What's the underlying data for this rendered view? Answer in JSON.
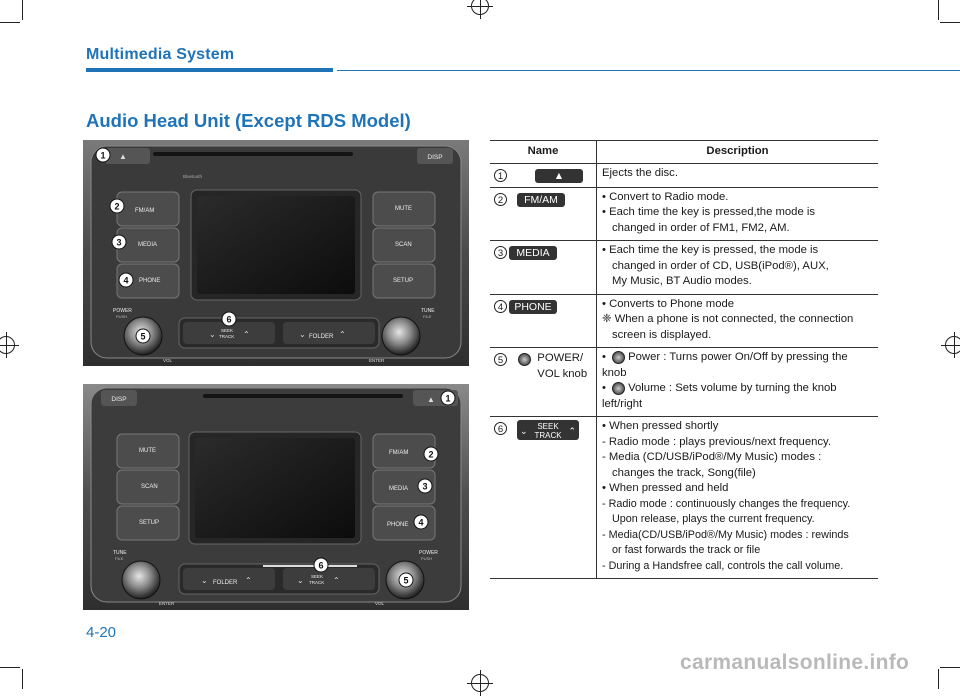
{
  "header": {
    "section": "Multimedia System"
  },
  "heading": "Audio Head Unit (Except RDS Model)",
  "photo1": {
    "labels": {
      "disp": "DISP",
      "fmam": "FM/AM",
      "media": "MEDIA",
      "phone": "PHONE",
      "mute": "MUTE",
      "scan": "SCAN",
      "setup": "SETUP",
      "power": "POWER",
      "push": "PUSH",
      "tune": "TUNE",
      "file": "FILE",
      "seek": "SEEK",
      "track": "TRACK",
      "folder": "FOLDER",
      "vol": "VOL",
      "enter": "ENTER",
      "bluetooth": "Bluetooth"
    },
    "badges": [
      "1",
      "2",
      "3",
      "4",
      "5",
      "6"
    ]
  },
  "photo2": {
    "labels": {
      "disp": "DISP",
      "fmam": "FM/AM",
      "media": "MEDIA",
      "phone": "PHONE",
      "mute": "MUTE",
      "scan": "SCAN",
      "setup": "SETUP",
      "power": "POWER",
      "push": "PUSH",
      "tune": "TUNE",
      "file": "FILE",
      "seek": "SEEK",
      "track": "TRACK",
      "folder": "FOLDER",
      "vol": "VOL",
      "enter": "ENTER"
    },
    "badges": [
      "1",
      "2",
      "3",
      "4",
      "5",
      "6"
    ]
  },
  "table": {
    "col_name": "Name",
    "col_desc": "Description",
    "rows": [
      {
        "num": "1",
        "button": "",
        "lines": [
          "Ejects the disc."
        ]
      },
      {
        "num": "2",
        "button": "FM/AM",
        "lines": [
          "• Convert to Radio mode.",
          "• Each time the key is pressed,the mode is",
          "changed in order of FM1, FM2, AM."
        ]
      },
      {
        "num": "3",
        "button": "MEDIA",
        "lines": [
          "• Each time the key is pressed, the mode is",
          "changed in order of CD, USB(iPod®), AUX,",
          "My Music, BT Audio modes."
        ]
      },
      {
        "num": "4",
        "button": "PHONE",
        "lines": [
          "• Converts to Phone mode",
          "❈ When a phone is not connected, the connection",
          "screen is displayed."
        ]
      },
      {
        "num": "5",
        "name": "POWER/",
        "name2": "VOL knob",
        "lines": [
          "Power : Turns power On/Off by pressing the",
          "knob",
          "Volume : Sets volume by turning the knob",
          "left/right"
        ]
      },
      {
        "num": "6",
        "button": "SEEK",
        "button2": "TRACK",
        "lines": [
          "• When pressed shortly",
          "- Radio mode : plays previous/next frequency.",
          "- Media (CD/USB/iPod®/My Music) modes :",
          "changes the track, Song(file)",
          "• When pressed and held",
          "- Radio mode : continuously changes the frequency.",
          "Upon release, plays the current frequency.",
          "- Media(CD/USB/iPod®/My Music) modes : rewinds",
          "or fast forwards the track or file",
          "- During a Handsfree call, controls the call volume."
        ]
      }
    ]
  },
  "footer": {
    "page": "4-20",
    "watermark": "carmanualsonline.info"
  }
}
